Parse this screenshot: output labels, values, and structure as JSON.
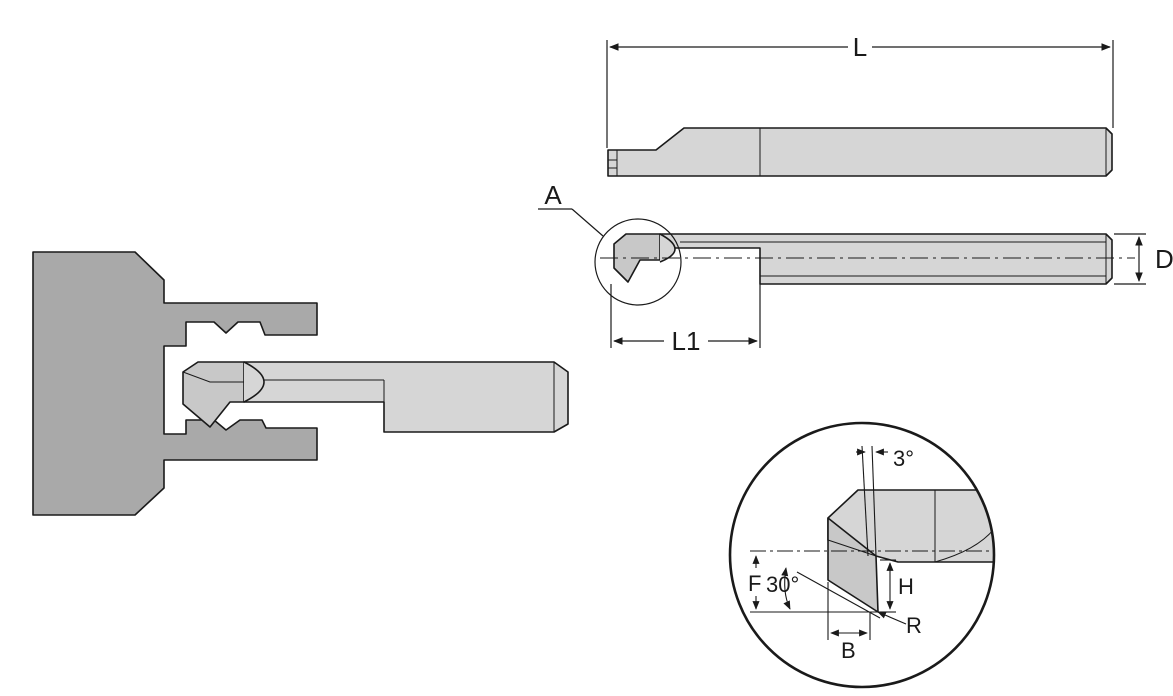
{
  "labels": {
    "overall_length": "L",
    "detail_callout": "A",
    "diameter": "D",
    "cut_length": "L1",
    "relief_angle": "3°",
    "side_angle": "30°",
    "height_f": "F",
    "height_h": "H",
    "radius": "R",
    "width": "B"
  },
  "colors": {
    "body_fill": "#d6d6d6",
    "holder_fill": "#a9a9a9",
    "outline": "#1a1a1a"
  }
}
